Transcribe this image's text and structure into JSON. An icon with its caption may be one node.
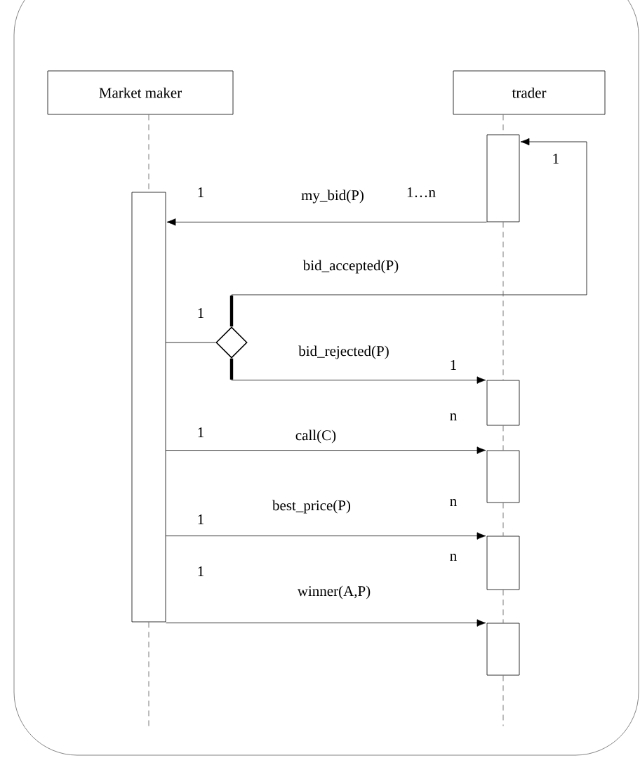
{
  "diagram": {
    "nodes": [
      {
        "text": [
          "Market maker"
        ]
      },
      {
        "text": [
          "trader"
        ]
      },
      {
        "text": [],
        "shape": "bar"
      },
      {
        "text": [],
        "shape": "bar"
      },
      {
        "text": [],
        "shape": "diamond"
      },
      {
        "text": [],
        "shape": "bar"
      },
      {
        "text": [],
        "shape": "bar"
      },
      {
        "text": [],
        "shape": "bar"
      },
      {
        "text": [],
        "shape": "bar"
      }
    ],
    "edges": [
      {
        "from": 0,
        "to": 2,
        "arrow": "none",
        "style": "dashed"
      },
      {
        "from": 1,
        "to": 3,
        "arrow": "none",
        "style": "dashed"
      },
      {
        "from": 3,
        "to": 2,
        "arrow": "to",
        "label": "my_bid(P)"
      },
      {
        "from": 4,
        "to": 3,
        "arrow": "to",
        "label": "bid_accepted(P)"
      },
      {
        "from": 2,
        "to": 4,
        "arrow": "none"
      },
      {
        "from": 4,
        "to": 5,
        "arrow": "to",
        "label": "bid_rejected(P)"
      },
      {
        "from": 2,
        "to": 6,
        "arrow": "to",
        "label": "call(C)"
      },
      {
        "from": 2,
        "to": 7,
        "arrow": "to",
        "label": "best_price(P)"
      },
      {
        "from": 2,
        "to": 8,
        "arrow": "to",
        "label": "winner(A,P)"
      },
      {
        "from": 3,
        "to": 5,
        "arrow": "none",
        "style": "dashed"
      },
      {
        "from": 5,
        "to": 6,
        "arrow": "none",
        "style": "dashed"
      },
      {
        "from": 6,
        "to": 7,
        "arrow": "none",
        "style": "dashed"
      },
      {
        "from": 7,
        "to": 8,
        "arrow": "none",
        "style": "dashed"
      },
      {
        "from": 2,
        "to": null,
        "arrow": "none",
        "style": "dashed"
      },
      {
        "from": 8,
        "to": null,
        "arrow": "none",
        "style": "dashed"
      }
    ],
    "labels": [
      "1",
      "1",
      "1…n",
      "1",
      "1",
      "n",
      "1",
      "n",
      "1",
      "n",
      "1"
    ]
  }
}
